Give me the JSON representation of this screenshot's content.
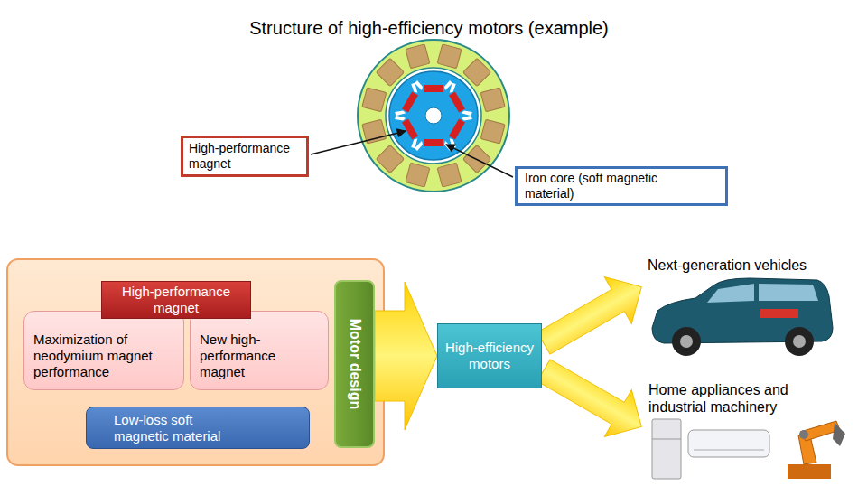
{
  "diagram": {
    "title": "Structure of high-efficiency motors (example)",
    "nodes": [
      {
        "text": [
          "High-performance magnet"
        ]
      },
      {
        "text": [
          "Iron core (soft magnetic material)"
        ]
      },
      {
        "text": [
          "High-performance magnet"
        ]
      },
      {
        "text": [
          "Maximization of neodymium magnet performance"
        ]
      },
      {
        "text": [
          "New high-performance magnet"
        ]
      },
      {
        "text": [
          "Low-loss soft magnetic material"
        ]
      },
      {
        "text": [
          "Motor design"
        ]
      },
      {
        "text": [
          "High-efficiency motors"
        ]
      }
    ],
    "edges": [
      {
        "from": 6,
        "to": 7,
        "arrow": "to"
      }
    ],
    "labels": [
      "Next-generation vehicles",
      "Home appliances and industrial machinery"
    ]
  }
}
